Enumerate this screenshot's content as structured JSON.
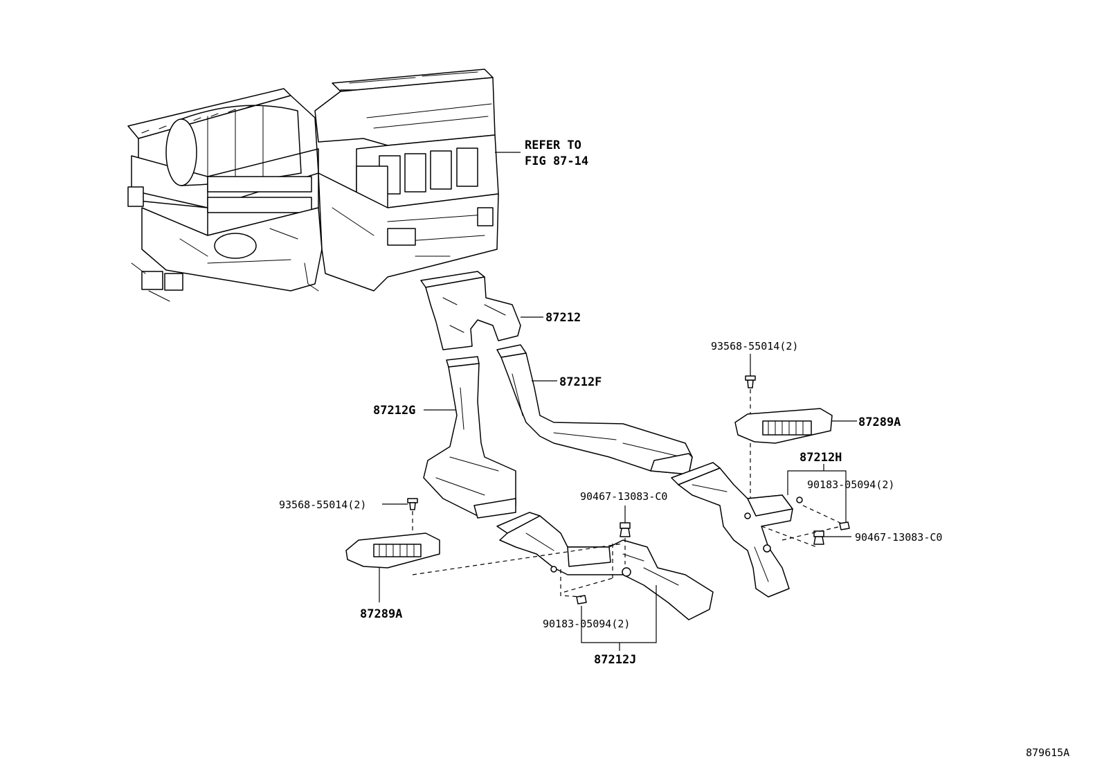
{
  "callouts": {
    "refer_line1": "REFER TO",
    "refer_line2": "FIG 87-14",
    "p87212": "87212",
    "p87212F": "87212F",
    "p87212G": "87212G",
    "p93568_top": "93568-55014(2)",
    "p87289A_right": "87289A",
    "p87212H": "87212H",
    "p90183_right": "90183-05094(2)",
    "p90467_right": "90467-13083-C0",
    "p90467_center": "90467-13083-C0",
    "p93568_left": "93568-55014(2)",
    "p87289A_left": "87289A",
    "p90183_bottom": "90183-05094(2)",
    "p87212J": "87212J"
  },
  "figure_id": "879615A"
}
